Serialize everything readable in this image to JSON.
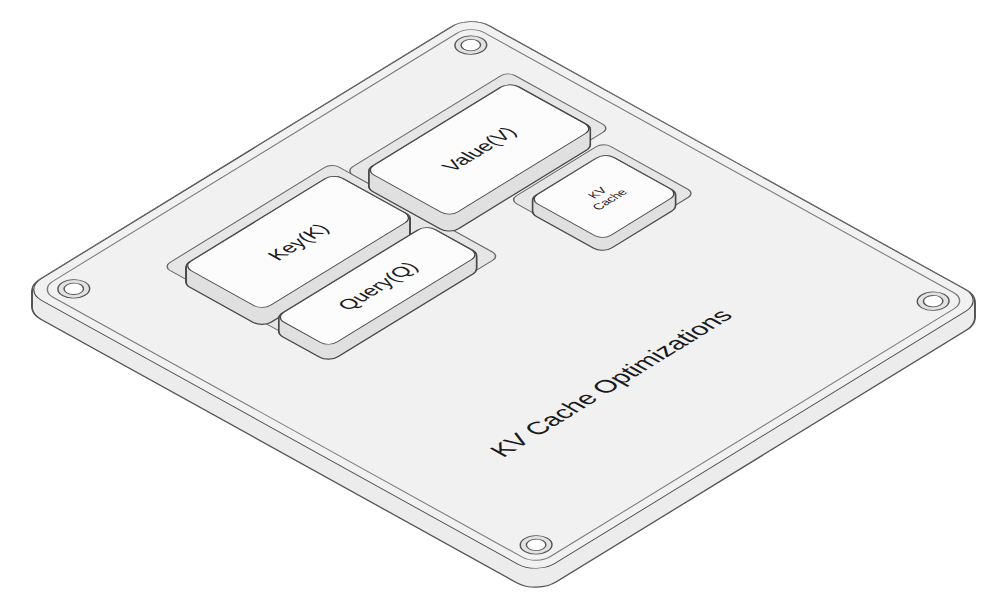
{
  "diagram": {
    "nodes": [
      {
        "text": [
          "KV Cache Optimizations"
        ]
      },
      {
        "text": [
          "Key(K)"
        ],
        "in": 0
      },
      {
        "text": [
          "Value(V)"
        ],
        "in": 0
      },
      {
        "text": [
          "Query(Q)"
        ],
        "in": 0
      },
      {
        "text": [
          "KV Cache"
        ],
        "in": 0
      }
    ]
  }
}
